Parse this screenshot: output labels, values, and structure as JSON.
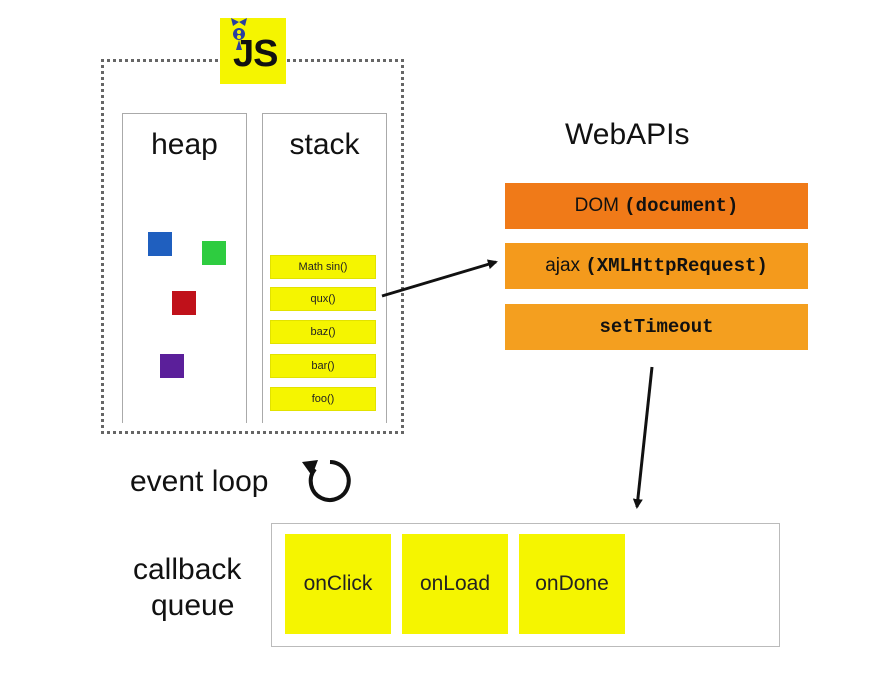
{
  "engine": {
    "logo_text": "JS",
    "heap_label": "heap",
    "stack_label": "stack",
    "stack_frames": [
      "Math sin()",
      "qux()",
      "baz()",
      "bar()",
      "foo()"
    ]
  },
  "webapis": {
    "title": "WebAPIs",
    "items": [
      {
        "prefix": "DOM ",
        "code": "(document)",
        "color": "#f07a18"
      },
      {
        "prefix": "ajax ",
        "code": "(XMLHttpRequest)",
        "color": "#f49a1c"
      },
      {
        "prefix": "",
        "code": "setTimeout",
        "color": "#f49f1f"
      }
    ]
  },
  "event_loop": {
    "label": "event loop"
  },
  "callback_queue": {
    "label_line1": "callback",
    "label_line2": "queue",
    "items": [
      "onClick",
      "onLoad",
      "onDone"
    ]
  },
  "colors": {
    "heap_objects": [
      "#1f5fbf",
      "#2ecc40",
      "#c0111a",
      "#5b1f9a"
    ],
    "yellow": "#f5f500"
  }
}
